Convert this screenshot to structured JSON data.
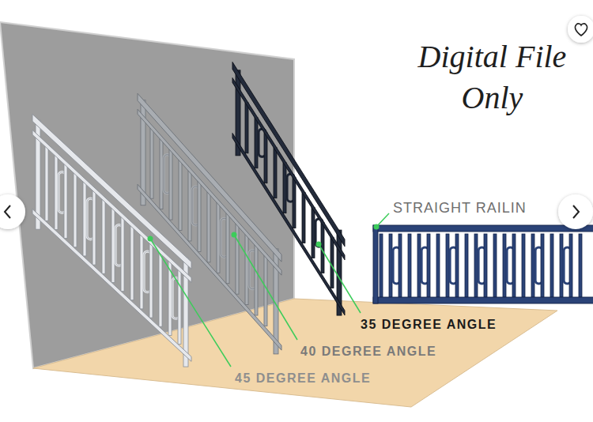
{
  "diagram": {
    "labels": [
      "Digital File Only",
      "STRAIGHT RAILIN",
      "35 DEGREE ANGLE",
      "40 DEGREE ANGLE",
      "45 DEGREE ANGLE"
    ]
  }
}
